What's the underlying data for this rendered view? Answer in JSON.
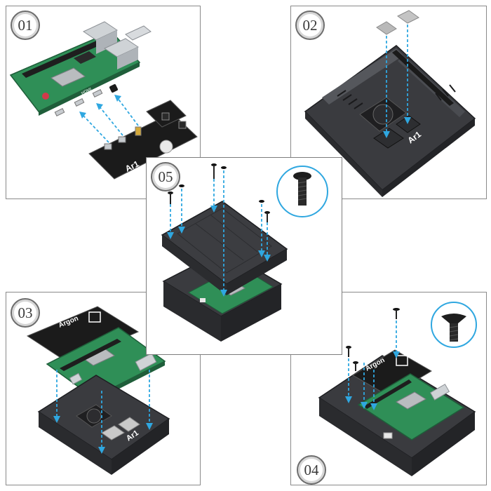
{
  "steps": [
    {
      "number": "01",
      "label": ""
    },
    {
      "number": "02",
      "label": ""
    },
    {
      "number": "03",
      "label": ""
    },
    {
      "number": "04",
      "label": ""
    },
    {
      "number": "05",
      "label": ""
    }
  ],
  "board_marks": {
    "expansion_logo": "Ar1",
    "expansion_brand": "Argon",
    "hdmi_label": "HDMI"
  },
  "colors": {
    "pcb_green": "#2f8f57",
    "case_dark": "#3a3b3f",
    "board_black": "#1b1b1b",
    "arrow_blue": "#2fa7e0"
  }
}
